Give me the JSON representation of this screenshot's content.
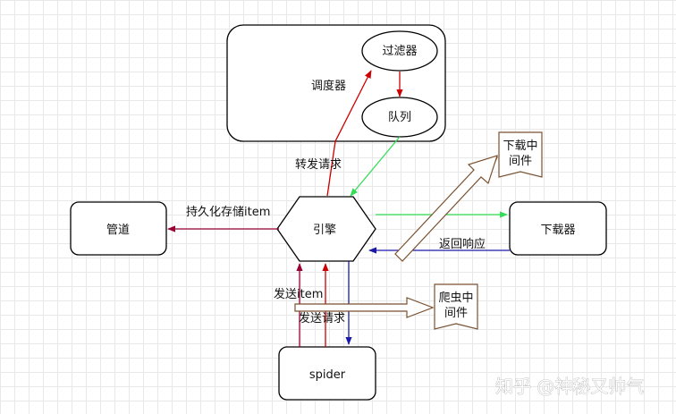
{
  "nodes": {
    "scheduler_group": "调度器",
    "filter": "过滤器",
    "queue": "队列",
    "engine": "引擎",
    "pipeline": "管道",
    "downloader": "下载器",
    "spider": "spider",
    "downloader_middleware": [
      "下载中",
      "间件"
    ],
    "spider_middleware": [
      "爬虫中",
      "间件"
    ]
  },
  "edges": {
    "forward_request": "转发请求",
    "persist_item": "持久化存储item",
    "return_response": "返回响应",
    "send_item": "发送item",
    "send_request": "发送请求"
  },
  "colors": {
    "red": "#cc0000",
    "green": "#33dd55",
    "navy": "#1a1aaa",
    "maroon": "#990033",
    "box_stroke": "#000000",
    "middleware_arrow": "#7a5230"
  },
  "watermark": "知乎 @神秘又帅气"
}
